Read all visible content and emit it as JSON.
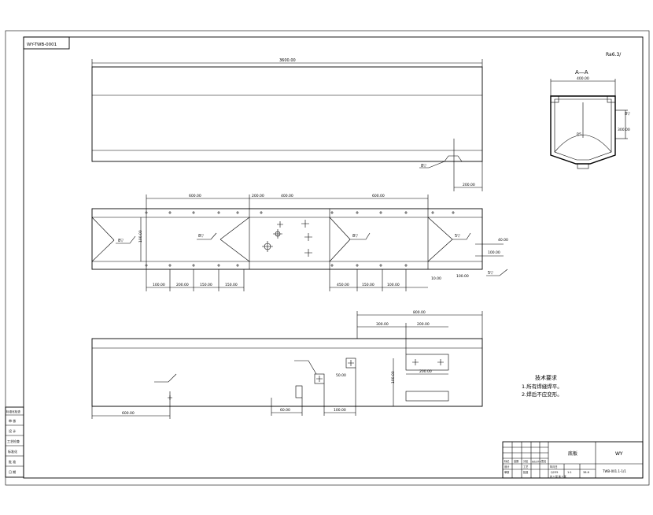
{
  "drawing": {
    "code_box": "WY-TWB-0001",
    "roughness_mark": "Ra6.3/",
    "section_label": "A—A",
    "tech_req": {
      "title": "技术要求",
      "items": [
        "1.所有焊缝焊平。",
        "2.焊后不应变形。"
      ]
    },
    "dims": {
      "overall_len": "3600.00",
      "top_right_dim": "200.00",
      "mid_left_span": "600.00",
      "mid_a": "200.00",
      "mid_b": "400.00",
      "mid_right_span": "600.00",
      "mid_lower_1": "100.00",
      "mid_lower_2": "200.00",
      "mid_lower_3": "150.00",
      "mid_lower_4": "150.00",
      "mid_lower_5": "450.00",
      "mid_lower_6": "150.00",
      "mid_lower_7": "100.00",
      "mid_lower_8": "10.00",
      "mid_height": "100.00",
      "mid_side_1": "100.00",
      "mid_side_2": "100.00",
      "mid_side_3": "40.00",
      "bot_left_len": "600.00",
      "bot_right_span": "800.00",
      "bot_right_a": "300.00",
      "bot_right_b": "200.00",
      "bot_right_c": "200.00",
      "bot_small_1": "60.00",
      "bot_small_2": "100.00",
      "bot_small_3": "50.00",
      "bot_height": "100.00",
      "section_width": "400.00",
      "section_height": "300.00",
      "section_r": "R5"
    },
    "welds": {
      "w1": "8▽",
      "w2": "8▽",
      "w3": "8▽",
      "w4": "8▽",
      "w5": "8▽",
      "w6": "5▽",
      "w7": "5▽"
    },
    "left_strip": [
      "标准化检查",
      "审 核",
      "设 计",
      "工艺检查",
      "标准化",
      "批 准",
      "日 期"
    ],
    "title_block": {
      "part_name": "底板",
      "drawing_no": "TWB-001.1-1/1",
      "material": "Q235",
      "scale": "1:1",
      "mass": "38.6",
      "sheet": "共 1 张 第 1 张",
      "company": "WY",
      "headers": [
        "标记",
        "处数",
        "分区",
        "更改文件号",
        "签名",
        "年月日"
      ],
      "roles": [
        "设计",
        "审核",
        "工艺",
        "批准"
      ]
    }
  }
}
